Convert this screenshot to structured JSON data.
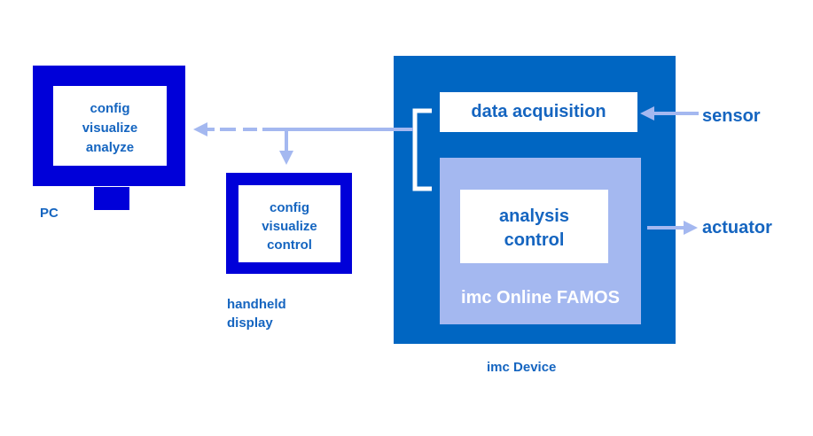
{
  "pc": {
    "screen_lines": [
      "config",
      "visualize",
      "analyze"
    ],
    "label": "PC"
  },
  "handheld": {
    "screen_lines": [
      "config",
      "visualize",
      "control"
    ],
    "label_lines": [
      "handheld",
      "display"
    ]
  },
  "device": {
    "acquisition_label": "data acquisition",
    "analysis_lines": [
      "analysis",
      "control"
    ],
    "online_famos_label": "imc Online FAMOS",
    "label": "imc Device"
  },
  "io": {
    "sensor_label": "sensor",
    "actuator_label": "actuator"
  },
  "colors": {
    "frame_blue": "#0000d9",
    "device_blue": "#0066c2",
    "famos_fill": "#a4b8f0",
    "text_blue": "#1565c0",
    "arrow": "#a4b8f0"
  }
}
